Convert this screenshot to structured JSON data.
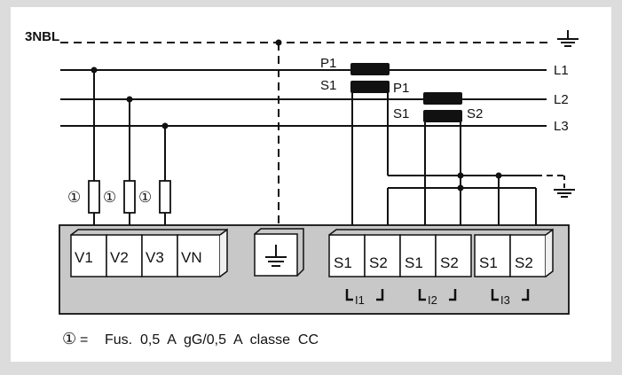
{
  "diagram": {
    "system_label": "3NBL",
    "lines": [
      "L1",
      "L2",
      "L3"
    ],
    "ct1": {
      "primary": "P1",
      "secondary": "S1"
    },
    "ct2": {
      "primary": "P1",
      "secondary_left": "S1",
      "secondary_right": "S2"
    },
    "fuse_marker": "①",
    "voltage_terminals": [
      "V1",
      "V2",
      "V3",
      "VN"
    ],
    "current_terminals": [
      "S1",
      "S2",
      "S1",
      "S2",
      "S1",
      "S2"
    ],
    "current_groups": [
      "I1",
      "I2",
      "I3"
    ],
    "ground_symbol": "⏚",
    "legend": {
      "marker": "①",
      "equals": "=",
      "text": "Fus.  0,5  A  gG/0,5  A  classe  CC"
    }
  },
  "colors": {
    "background": "#dcdcdc",
    "panel": "#ffffff",
    "terminal_block": "#c8c8c8",
    "wire": "#111111"
  }
}
